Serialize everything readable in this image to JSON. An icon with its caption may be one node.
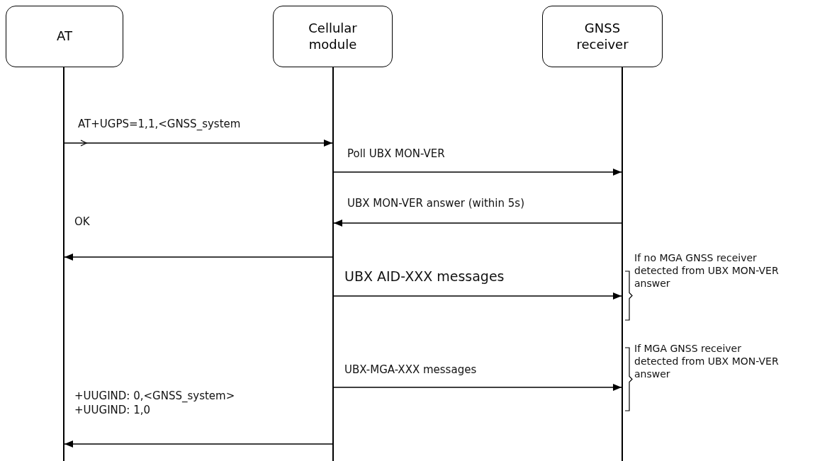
{
  "diagram": {
    "nodes": [
      {
        "text": [
          "AT"
        ]
      },
      {
        "text": [
          "Cellular module"
        ]
      },
      {
        "text": [
          "GNSS receiver"
        ]
      },
      {
        "text": [],
        "shape": "line"
      },
      {
        "text": [],
        "shape": "line"
      },
      {
        "text": [],
        "shape": "line"
      }
    ],
    "edges": [
      {
        "from": 3,
        "to": 4,
        "arrow": "to",
        "label": "AT+UGPS=1,1,<GNSS_system"
      },
      {
        "from": 4,
        "to": 5,
        "arrow": "to",
        "label": "Poll UBX MON-VER"
      },
      {
        "from": 5,
        "to": 4,
        "arrow": "to",
        "label": "UBX MON-VER answer (within 5s)"
      },
      {
        "from": 4,
        "to": 3,
        "arrow": "to",
        "label": "OK"
      },
      {
        "from": 4,
        "to": 5,
        "arrow": "to",
        "label": "UBX AID-XXX messages"
      },
      {
        "from": 4,
        "to": 5,
        "arrow": "to",
        "label": "UBX-MGA-XXX messages"
      },
      {
        "from": 4,
        "to": 3,
        "arrow": "to",
        "label": "+UUGIND: 0,<GNSS_system> +UUGIND: 1,0"
      }
    ],
    "labels": [
      "If no MGA GNSS receiver detected from UBX MON-VER answer",
      "If MGA GNSS receiver detected from UBX MON-VER answer"
    ]
  }
}
